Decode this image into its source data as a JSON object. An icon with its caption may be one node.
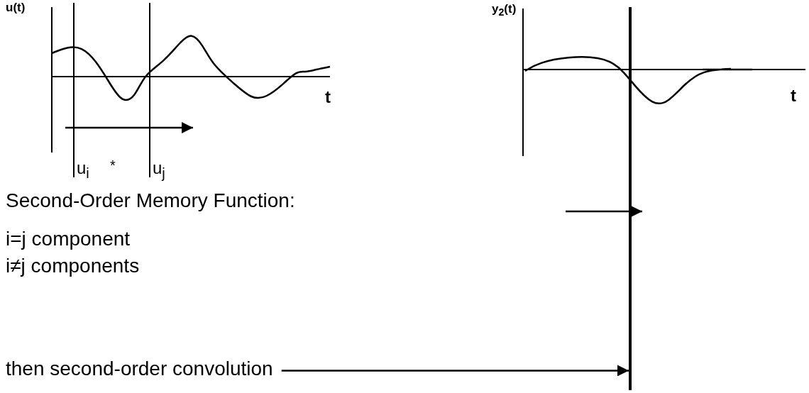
{
  "diagram": {
    "nodes": [
      {
        "text": [
          "then second-order convolution"
        ]
      },
      {
        "text": [],
        "shape": "bar"
      }
    ],
    "edges": [
      {
        "from": 0,
        "to": 1,
        "arrow": "to"
      }
    ],
    "labels": [
      "u(t)",
      "t",
      "u$_{i}$",
      "*",
      "u$_{j}$",
      "y$_{2}$(t)",
      "t",
      "Second-Order Memory Function:",
      "i=j component",
      "i≠j components"
    ]
  }
}
